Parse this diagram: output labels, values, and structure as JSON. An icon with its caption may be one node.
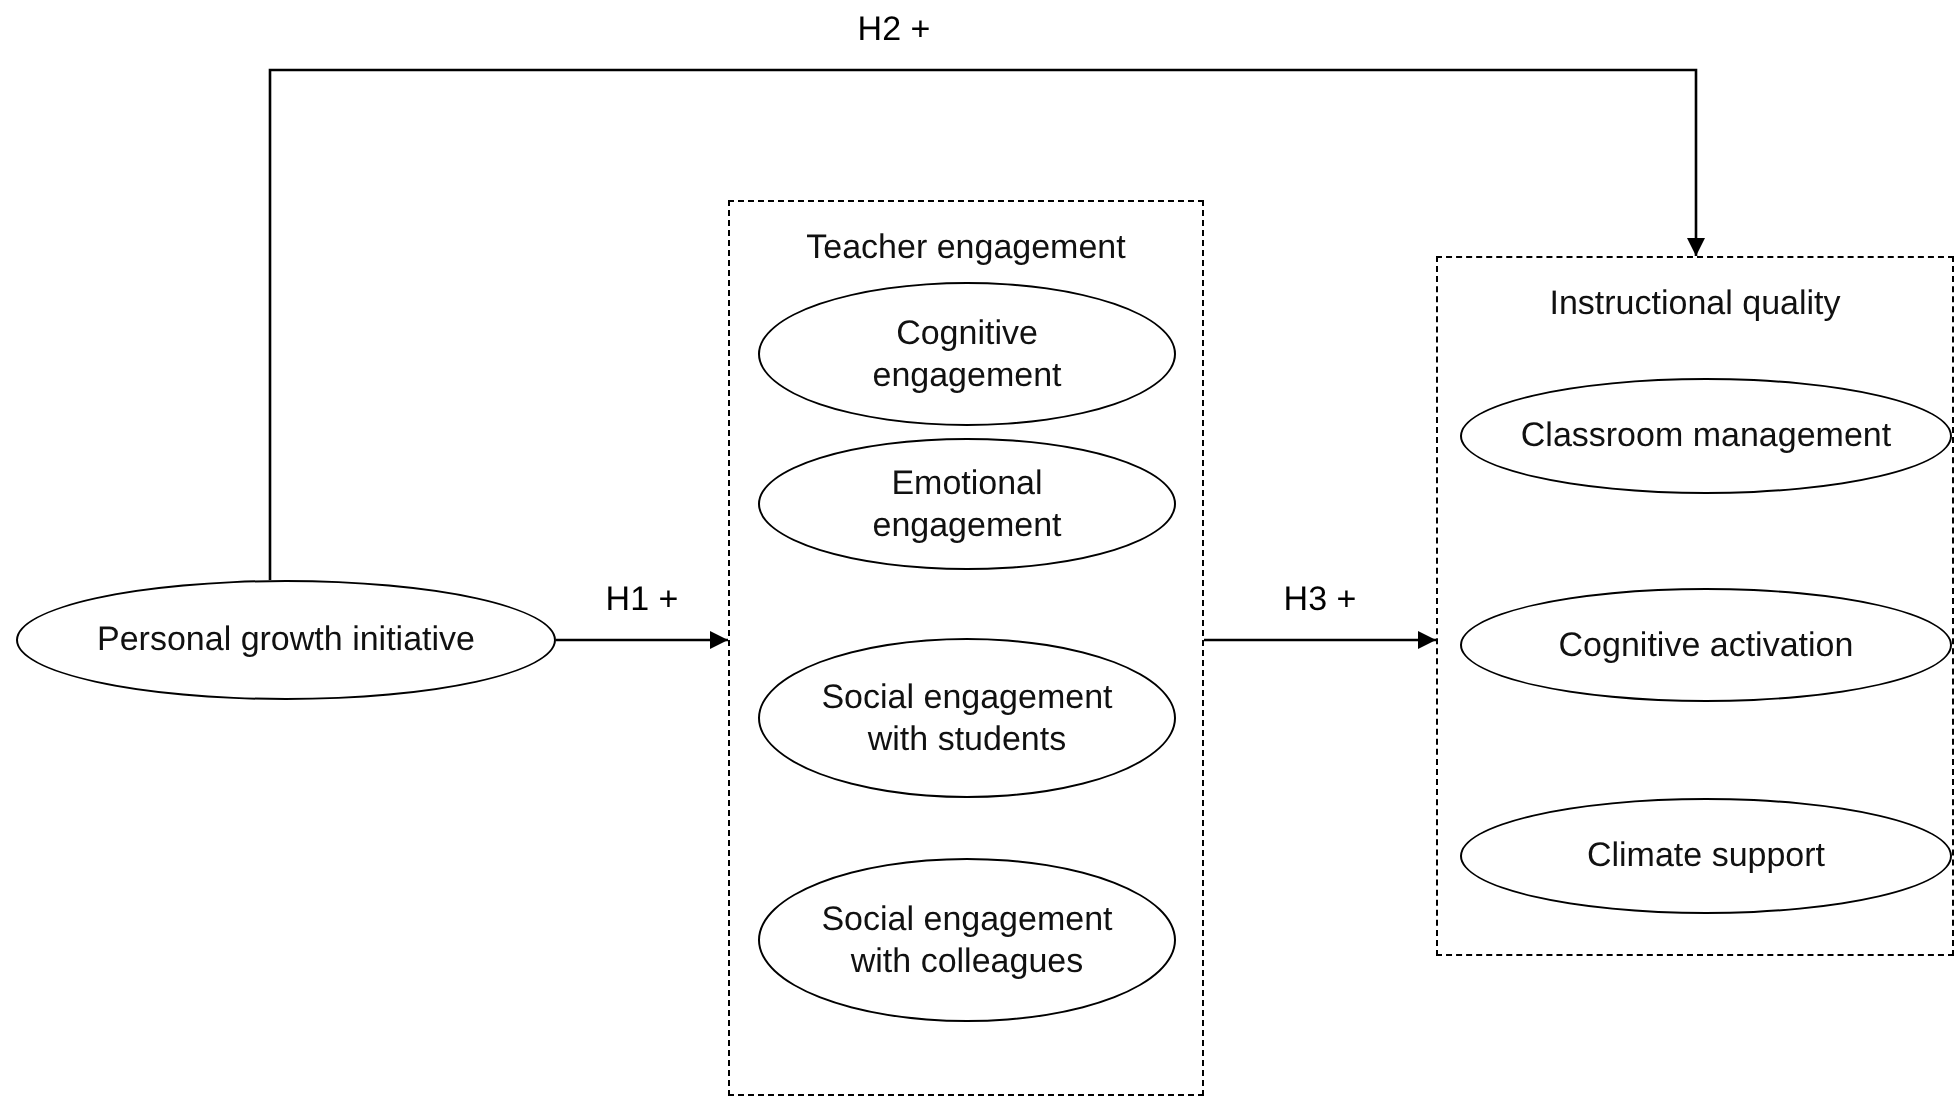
{
  "diagram": {
    "nodes": [
      {
        "text": [
          "Personal growth initiative"
        ]
      },
      {
        "text": [
          "Teacher engagement"
        ]
      },
      {
        "text": [
          "Cognitive engagement"
        ],
        "in": 1
      },
      {
        "text": [
          "Emotional engagement"
        ],
        "in": 1
      },
      {
        "text": [
          "Social engagement with students"
        ],
        "in": 1
      },
      {
        "text": [
          "Social engagement with colleagues"
        ],
        "in": 1
      },
      {
        "text": [
          "Instructional quality"
        ]
      },
      {
        "text": [
          "Classroom management"
        ],
        "in": 6
      },
      {
        "text": [
          "Cognitive activation"
        ],
        "in": 6
      },
      {
        "text": [
          "Climate support"
        ],
        "in": 6
      }
    ],
    "edges": [
      {
        "from": 0,
        "to": 1,
        "arrow": "to",
        "label": "H1 +"
      },
      {
        "from": 0,
        "to": 6,
        "arrow": "to",
        "label": "H2 +"
      },
      {
        "from": 1,
        "to": 6,
        "arrow": "to",
        "label": "H3 +"
      }
    ]
  }
}
